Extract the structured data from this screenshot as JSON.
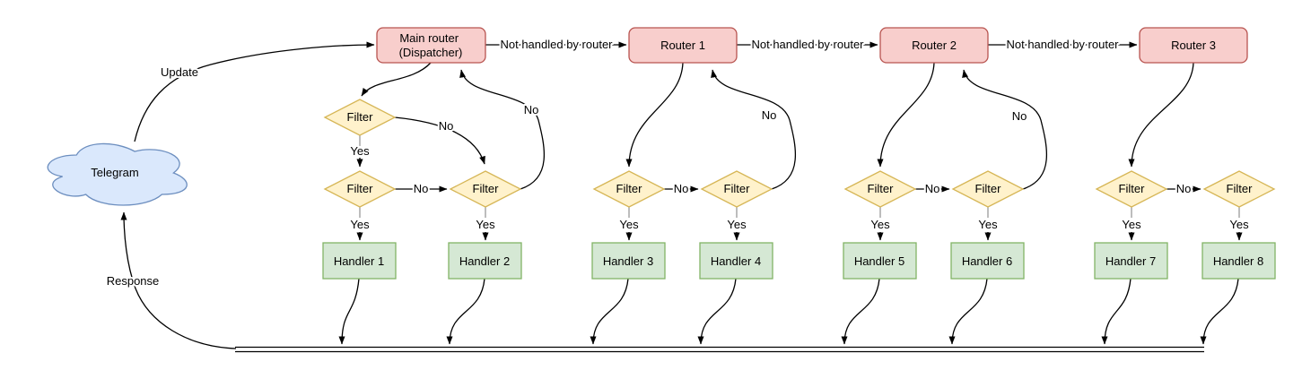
{
  "colors": {
    "router_fill": "#f8cecc",
    "router_stroke": "#b85450",
    "filter_fill": "#fff2cc",
    "filter_stroke": "#d6b656",
    "handler_fill": "#d5e8d4",
    "handler_stroke": "#82b366",
    "cloud_fill": "#dae8fc",
    "cloud_stroke": "#6c8ebf",
    "edge_stroke": "#000000",
    "stub_stroke": "#999999"
  },
  "cloud": {
    "label": "Telegram"
  },
  "labels": {
    "update": "Update",
    "response": "Response",
    "not_handled": "Not handled by router",
    "yes": "Yes",
    "no": "No",
    "filter": "Filter"
  },
  "routers": [
    {
      "line1": "Main router",
      "line2": "(Dispatcher)"
    },
    {
      "line1": "Router 1"
    },
    {
      "line1": "Router 2"
    },
    {
      "line1": "Router 3"
    }
  ],
  "handlers": [
    {
      "label": "Handler 1"
    },
    {
      "label": "Handler 2"
    },
    {
      "label": "Handler 3"
    },
    {
      "label": "Handler 4"
    },
    {
      "label": "Handler 5"
    },
    {
      "label": "Handler 6"
    },
    {
      "label": "Handler 7"
    },
    {
      "label": "Handler 8"
    }
  ]
}
